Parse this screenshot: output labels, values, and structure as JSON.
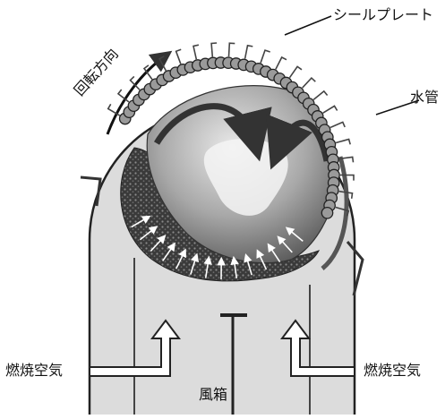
{
  "labels": {
    "seal_plate": "シールプレート",
    "rotation_direction": "回転方向",
    "water_tube": "水管",
    "combustion_air_left": "燃焼空気",
    "combustion_air_right": "燃焼空気",
    "wind_box": "風箱"
  },
  "colors": {
    "housing_fill": "#dcdcdc",
    "housing_stroke": "#222222",
    "tube_fill": "#9a9a9a",
    "bed_fill": "#3a3a3a",
    "fuel_mass": "#6e6e6e",
    "flow_arrow": "#333333"
  }
}
